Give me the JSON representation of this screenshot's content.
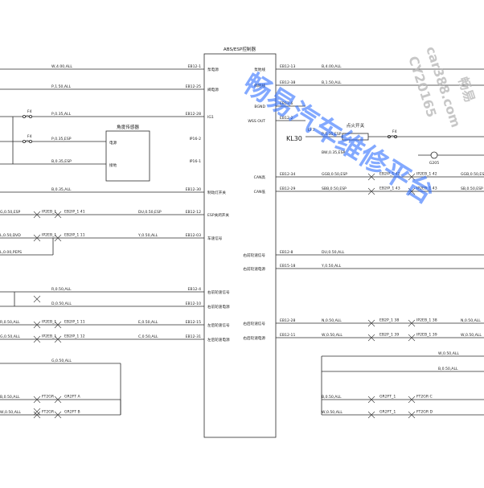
{
  "controller": {
    "title": "ABS/ESP控制器"
  },
  "sensor": {
    "title": "角度传感器",
    "pins": [
      "电源",
      "接地"
    ]
  },
  "kl30": {
    "label": "KL30",
    "switch": "点火开关",
    "pin_code": "EF7"
  },
  "left_rows": [
    {
      "wire": "W,4.00,ALL",
      "conn": "",
      "pin": "EB12-1",
      "func": "泵电源"
    },
    {
      "wire": "P,1.50,ALL",
      "conn": "",
      "pin": "EB12-25",
      "func": "阀电源"
    },
    {
      "wire": "P,0.35,ALL",
      "conn": "F4",
      "pin": "EB12-28",
      "func": "IG1"
    },
    {
      "wire": "P,0.35,ESP",
      "conn": "F4",
      "pin": "IP16-2",
      "func": ""
    },
    {
      "wire": "B,0.35,ESP",
      "conn": "",
      "pin": "IP16-1",
      "func": ""
    },
    {
      "wire": "B,0.35,ALL",
      "conn": "",
      "pin": "EB12-30",
      "func": "制动灯开关"
    },
    {
      "wire": "G,0.50,ESP",
      "conn": "IP2EB_1",
      "pin": "EB12-12",
      "func": "ESP关闭开关",
      "mid": "EB2IP_1 41",
      "wire2": "DU,0.50,ESP"
    },
    {
      "wire": "L,0.50,DVD",
      "conn": "IP2EB_1",
      "pin": "EB12-03",
      "func": "车速信号",
      "mid": "EB2IP_1 11",
      "wire2": "Y,0.50,ALL"
    },
    {
      "wire": "L,0.00,PEPS",
      "conn": "",
      "pin": "",
      "func": ""
    },
    {
      "wire": "R,0.50,ALL",
      "conn": "",
      "pin": "EB12-4",
      "func": "右前轮速信号"
    },
    {
      "wire": "D,0.50,ALL",
      "conn": "",
      "pin": "EB12-10",
      "func": "右前轮速电源"
    },
    {
      "wire": "R,0.50,ALL",
      "conn": "IP2EB_1",
      "pin": "EB12-15",
      "func": "左后轮速信号",
      "mid": "EB2IP_1 11",
      "wire2": "E,0.50,ALL"
    },
    {
      "wire": "G,0.50,ALL",
      "conn": "IP2EB_1",
      "pin": "EB12-31",
      "func": "左后轮速电源",
      "mid": "EB2IP_1 12",
      "wire2": "C,0.50,ALL"
    },
    {
      "wire": "G,0.50,ALL",
      "conn": "",
      "pin": "",
      "func": ""
    },
    {
      "wire": "B,0.50,ALL",
      "conn": "FT2GR",
      "pin": "",
      "func": "",
      "mid": "GR2FT A"
    },
    {
      "wire": "W,0.50,ALL",
      "conn": "FT2GR",
      "pin": "",
      "func": "",
      "mid": "GR2FT B"
    }
  ],
  "right_rows": [
    {
      "func": "泵地线",
      "pin": "EB12-13",
      "wire": "B,4.00,ALL"
    },
    {
      "func": "阀地线",
      "pin": "EB12-38",
      "wire": "B,1.50,ALL"
    },
    {
      "func": "BGND",
      "pin": "EB12-6",
      "wire": ""
    },
    {
      "func": "WSS OUT",
      "pin": "EB12-2",
      "wire": ""
    },
    {
      "func": "",
      "pin": "",
      "wire": "P,0.35,ESP",
      "conn": "F4"
    },
    {
      "func": "",
      "pin": "G205",
      "wire": "BW,0.35,ESP"
    },
    {
      "func": "CAN高",
      "pin": "EB12-34",
      "wire": "GGB,0.50,ESP",
      "mid": "EB2IP_1 42",
      "mid2": "IP2EB_1 42",
      "wire2": "GGB,0.50,ESP"
    },
    {
      "func": "CAN低",
      "pin": "EB12-29",
      "wire": "SBB,0.50,ESP",
      "mid": "EB2IP_1 43",
      "mid2": "IP2EB_1 43",
      "wire2": "SB,0.50,ESP"
    },
    {
      "func": "右前轮速信号",
      "pin": "EB12-8",
      "wire": "DU,0.50,ALL"
    },
    {
      "func": "右前轮速电源",
      "pin": "EB15-18",
      "wire": "Y,0.50,ALL"
    },
    {
      "func": "右后轮速信号",
      "pin": "EB12-28",
      "wire": "N,0.50,ALL",
      "mid": "EB2P_1 38",
      "mid2": "IP2EB_1 38",
      "wire2": "N,0.50,ALL"
    },
    {
      "func": "右后轮速电源",
      "pin": "EB12-11",
      "wire": "W,0.50,ALL",
      "mid": "EB2P_1 39",
      "mid2": "IP2EB_1 39",
      "wire2": "W,0.50,ALL"
    },
    {
      "func": "",
      "pin": "",
      "wire": "W,0.50,ALL"
    },
    {
      "func": "",
      "pin": "",
      "wire": "B,0.50,ALL"
    },
    {
      "func": "",
      "pin": "",
      "wire": "B,0.50,ALL",
      "mid": "GR2FT_1",
      "mid2": "FT2GR C"
    },
    {
      "func": "",
      "pin": "",
      "wire": "W,0.50,ALL",
      "mid": "GR2FT_1",
      "mid2": "FT2GR D"
    }
  ],
  "watermarks": {
    "main": "畅易汽车维修平台",
    "site": "car388.com",
    "id": "CY20165",
    "corner": "畅易"
  },
  "colors": {
    "wire": "#2a2a2a",
    "watermark": "#1e63ff",
    "watermark_light": "#b9b9b9"
  }
}
